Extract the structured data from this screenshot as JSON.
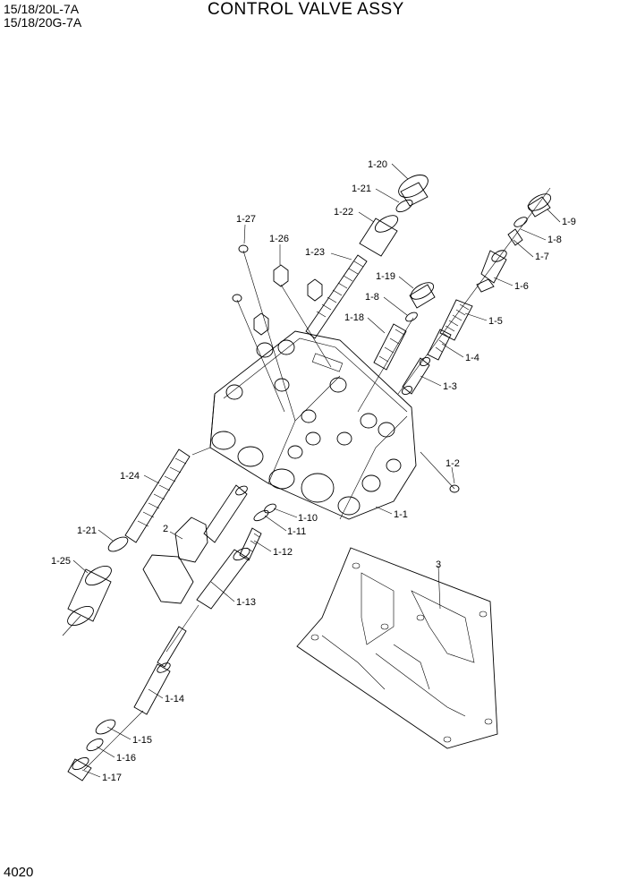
{
  "header": {
    "model_line_1": "15/18/20L-7A",
    "model_line_2": "15/18/20G-7A",
    "title": "CONTROL VALVE ASSY"
  },
  "page_number": "4020",
  "callouts": [
    {
      "id": "1-20",
      "label": "1-20"
    },
    {
      "id": "1-21-top",
      "label": "1-21"
    },
    {
      "id": "1-22",
      "label": "1-22"
    },
    {
      "id": "1-27",
      "label": "1-27"
    },
    {
      "id": "1-26",
      "label": "1-26"
    },
    {
      "id": "1-23",
      "label": "1-23"
    },
    {
      "id": "1-19",
      "label": "1-19"
    },
    {
      "id": "1-8-left",
      "label": "1-8"
    },
    {
      "id": "1-18",
      "label": "1-18"
    },
    {
      "id": "1-9",
      "label": "1-9"
    },
    {
      "id": "1-8-right",
      "label": "1-8"
    },
    {
      "id": "1-7",
      "label": "1-7"
    },
    {
      "id": "1-6",
      "label": "1-6"
    },
    {
      "id": "1-5",
      "label": "1-5"
    },
    {
      "id": "1-4",
      "label": "1-4"
    },
    {
      "id": "1-3",
      "label": "1-3"
    },
    {
      "id": "1-2",
      "label": "1-2"
    },
    {
      "id": "1-1",
      "label": "1-1"
    },
    {
      "id": "1-10",
      "label": "1-10"
    },
    {
      "id": "1-11",
      "label": "1-11"
    },
    {
      "id": "1-12",
      "label": "1-12"
    },
    {
      "id": "1-13",
      "label": "1-13"
    },
    {
      "id": "1-14",
      "label": "1-14"
    },
    {
      "id": "1-15",
      "label": "1-15"
    },
    {
      "id": "1-16",
      "label": "1-16"
    },
    {
      "id": "1-17",
      "label": "1-17"
    },
    {
      "id": "1-24",
      "label": "1-24"
    },
    {
      "id": "1-21-left",
      "label": "1-21"
    },
    {
      "id": "1-25",
      "label": "1-25"
    },
    {
      "id": "2",
      "label": "2"
    },
    {
      "id": "3",
      "label": "3"
    }
  ]
}
